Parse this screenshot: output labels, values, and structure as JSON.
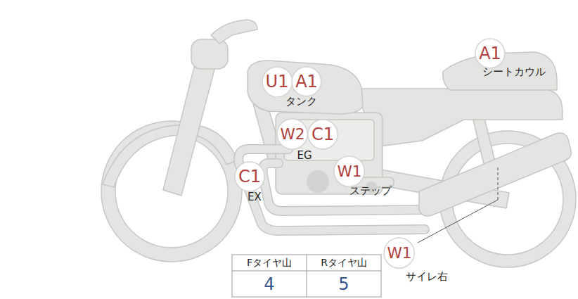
{
  "diagram": {
    "nodes": [
      {
        "text": [
          "A1"
        ]
      },
      {
        "text": [
          "U1"
        ]
      },
      {
        "text": [
          "A1"
        ]
      },
      {
        "text": [
          "W2"
        ]
      },
      {
        "text": [
          "C1"
        ]
      },
      {
        "text": [
          "W1"
        ]
      },
      {
        "text": [
          "C1"
        ]
      },
      {
        "text": [
          "W1"
        ]
      }
    ],
    "labels": [
      "シートカウル",
      "タンク",
      "EG",
      "EX",
      "ステップ",
      "サイレ右",
      "Fタイヤ山",
      "Rタイヤ山",
      "4",
      "5"
    ]
  }
}
